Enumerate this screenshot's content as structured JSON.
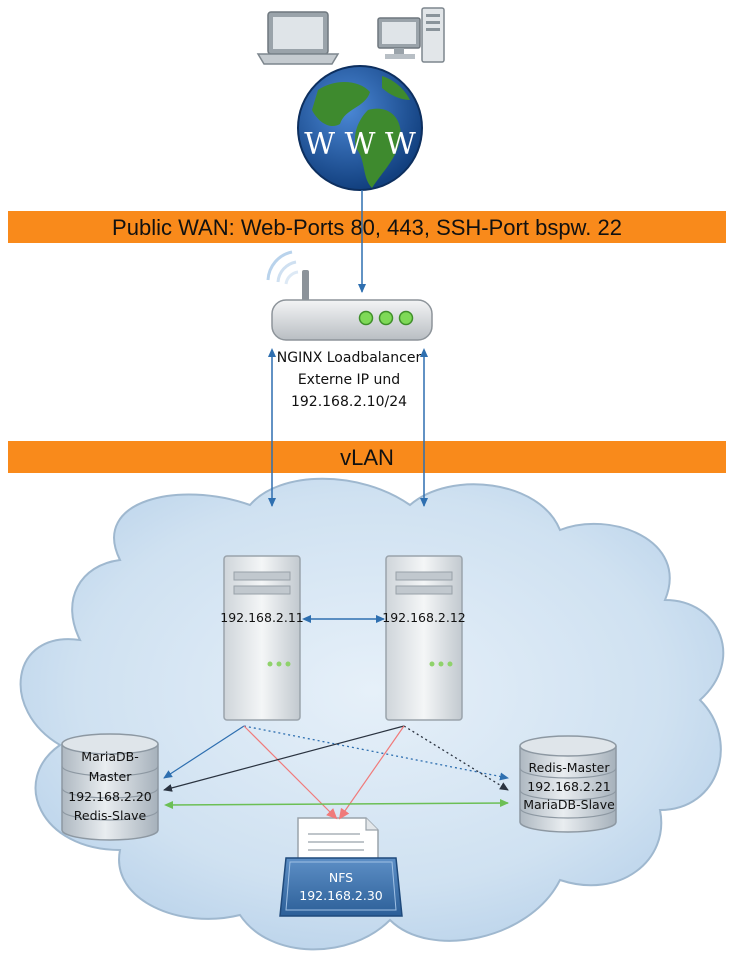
{
  "banners": {
    "wan": "Public WAN: Web-Ports 80, 443, SSH-Port bspw. 22",
    "vlan": "vLAN"
  },
  "globe": {
    "label": "W W W"
  },
  "loadbalancer": {
    "line1": "NGINX Loadbalancer",
    "line2": "Externe IP und",
    "line3": "192.168.2.10/24"
  },
  "servers": {
    "web1": "192.168.2.11",
    "web2": "192.168.2.12"
  },
  "db_left": {
    "line1": "MariaDB-",
    "line2": "Master",
    "line3": "192.168.2.20",
    "line4": "Redis-Slave"
  },
  "db_right": {
    "line1": "Redis-Master",
    "line2": "192.168.2.21",
    "line3": "MariaDB-Slave"
  },
  "nfs": {
    "line1": "NFS",
    "line2": "192.168.2.30"
  },
  "colors": {
    "banner": "#f98a1b",
    "cloud": "#c9def0",
    "arrow_blue": "#2e6fb0",
    "arrow_dark": "#2a3340",
    "arrow_red": "#f07a7a",
    "arrow_green": "#6cbf55"
  }
}
